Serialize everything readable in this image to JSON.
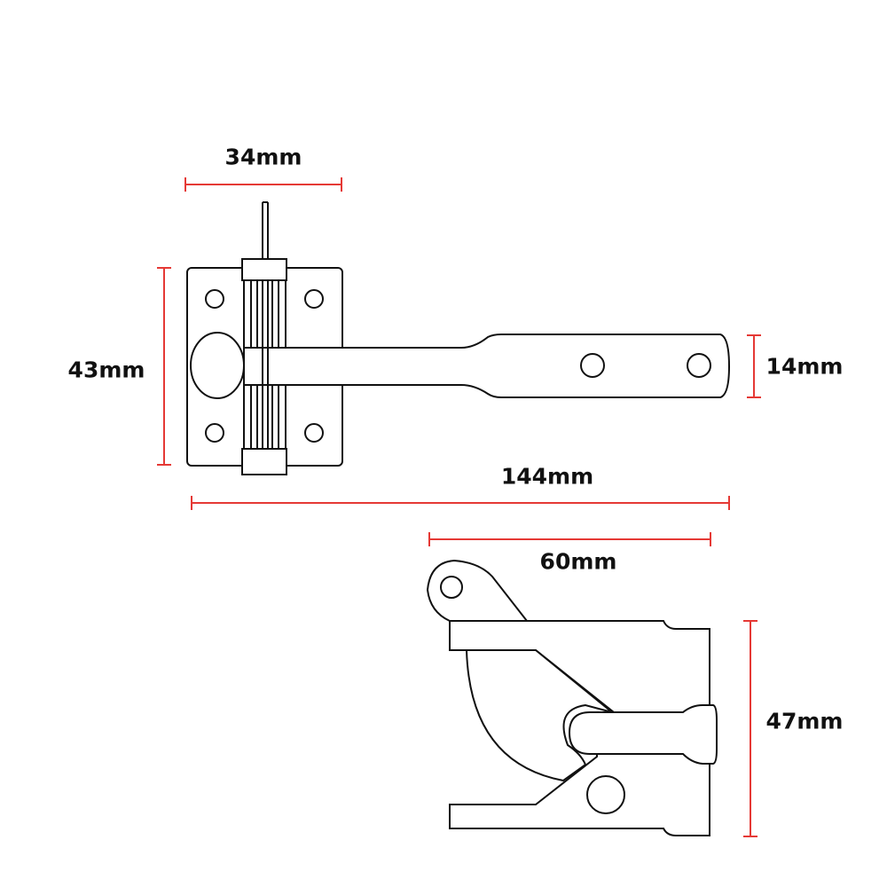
{
  "dimensions": {
    "hinge_width": "34mm",
    "plate_height": "43mm",
    "bar_width": "14mm",
    "total_length": "144mm",
    "catch_length": "60mm",
    "catch_height": "47mm"
  },
  "colors": {
    "dimension_line": "#e53935",
    "outline": "#111111"
  }
}
